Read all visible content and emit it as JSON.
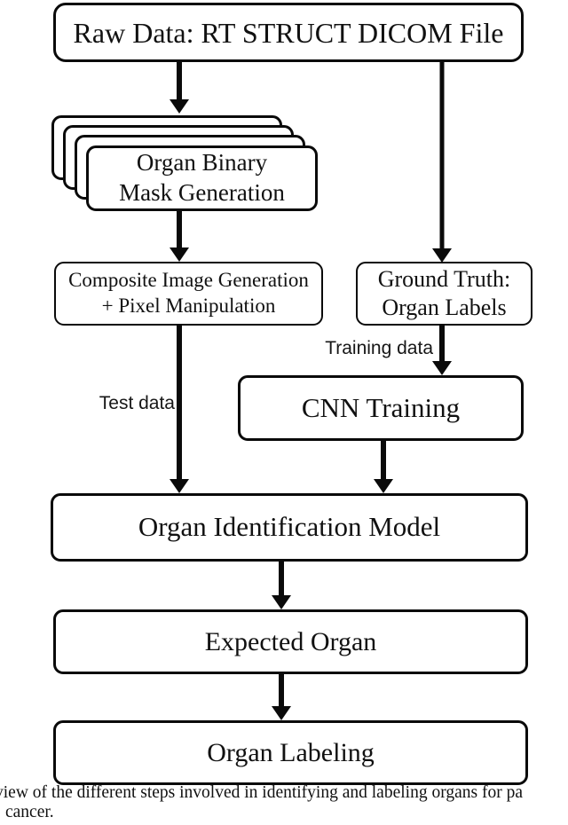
{
  "figure": {
    "nodes": {
      "raw_data": {
        "label": "Raw Data: RT STRUCT DICOM File"
      },
      "mask_generation": {
        "line1": "Organ Binary",
        "line2": "Mask Generation"
      },
      "composite": {
        "line1": "Composite Image Generation",
        "line2": "+ Pixel Manipulation"
      },
      "ground_truth": {
        "line1": "Ground Truth:",
        "line2": "Organ Labels"
      },
      "cnn_training": {
        "label": "CNN Training"
      },
      "organ_id_model": {
        "label": "Organ Identification Model"
      },
      "expected_organ": {
        "label": "Expected Organ"
      },
      "organ_labeling": {
        "label": "Organ Labeling"
      }
    },
    "edge_labels": {
      "training_data": "Training data",
      "test_data": "Test data"
    },
    "caption": {
      "line1": "view of the different steps involved in identifying and labeling organs for pa",
      "line2": "cancer."
    },
    "colors": {
      "stroke": "#0a0a0a",
      "node_fill": "#ffffff",
      "background": "#ffffff",
      "text": "#111111"
    }
  }
}
